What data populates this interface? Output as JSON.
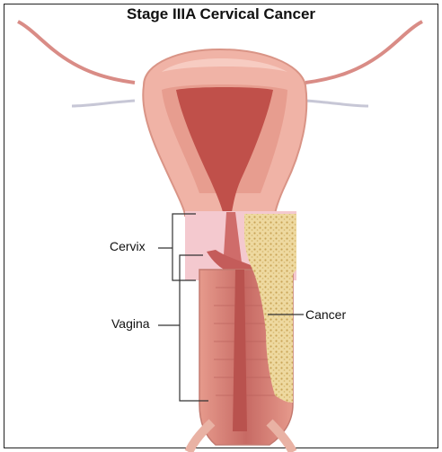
{
  "title": "Stage IIIA Cervical Cancer",
  "labels": {
    "cervix": "Cervix",
    "vagina": "Vagina",
    "cancer": "Cancer"
  },
  "colors": {
    "uterus_outer": "#f0b3a6",
    "uterus_muscle": "#e79d8f",
    "cavity": "#c0504a",
    "cervix_zone": "#f4c9cf",
    "vaginal_wall": "#d8837a",
    "tumor": "#eed9a0",
    "leader_line": "#333333"
  }
}
